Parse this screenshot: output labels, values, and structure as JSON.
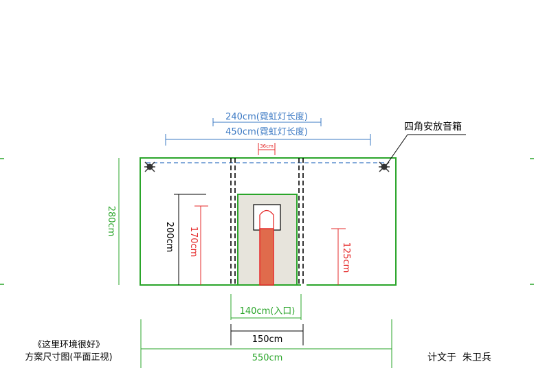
{
  "dimensions": {
    "neon_240": "240cm(霓虹灯长度)",
    "neon_450": "450cm(霓虹灯长度)",
    "gap_36": "36cm",
    "height_280": "280cm",
    "height_200": "200cm",
    "height_170": "170cm",
    "height_125": "125cm",
    "entrance_140": "140cm(入口)",
    "width_150": "150cm",
    "width_550": "550cm"
  },
  "labels": {
    "speaker_note": "四角安放音箱",
    "title_line1": "《这里环境很好》",
    "title_line2": "方案尺寸图(平面正视)",
    "designer": "计文于  朱卫兵"
  },
  "colors": {
    "green": "#2aa52a",
    "blue": "#3a78c3",
    "red": "#e52b2b",
    "brick": "#e06b4c",
    "beige": "#e7e4dc",
    "black": "#000000"
  }
}
